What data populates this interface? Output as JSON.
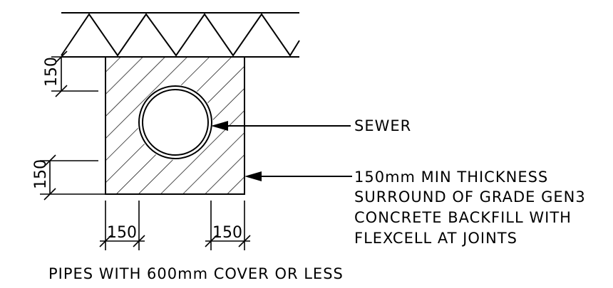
{
  "callouts": {
    "sewer": "SEWER",
    "surround_line1": "150mm MIN THICKNESS",
    "surround_line2": "SURROUND OF GRADE GEN3",
    "surround_line3": "CONCRETE BACKFILL WITH",
    "surround_line4": "FLEXCELL AT JOINTS"
  },
  "caption": "PIPES WITH 600mm COVER OR LESS",
  "dimensions": {
    "top_cover": "150",
    "bottom_bed": "150",
    "left_side": "150",
    "right_side": "150"
  },
  "colors": {
    "line": "#000000",
    "background": "#ffffff"
  }
}
